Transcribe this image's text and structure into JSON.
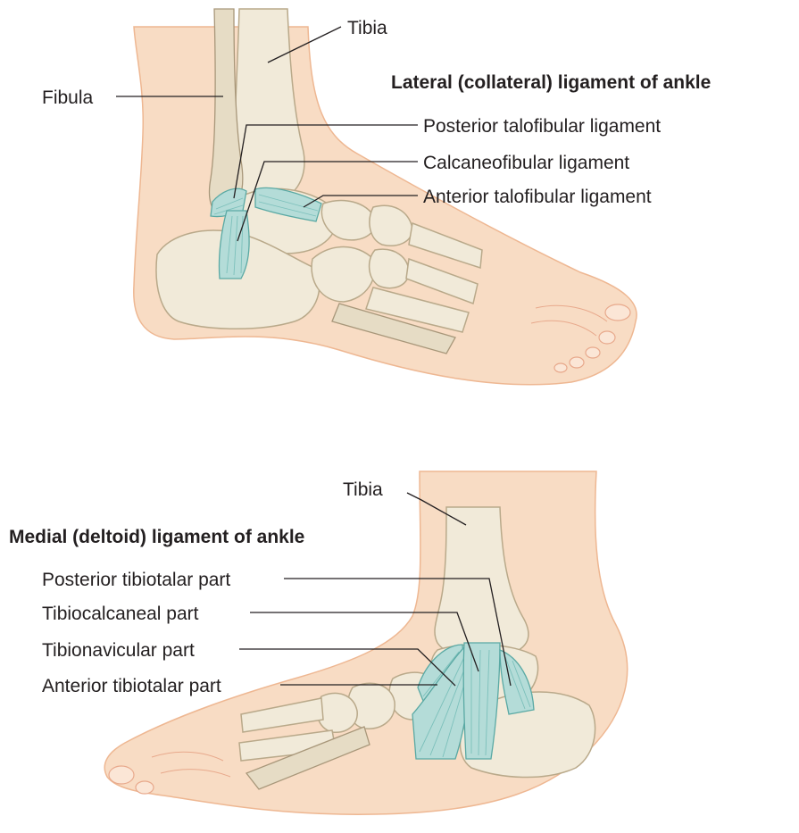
{
  "lateral_view": {
    "title": "Lateral (collateral) ligament of ankle",
    "labels": {
      "tibia": "Tibia",
      "fibula": "Fibula",
      "posterior_talofibular": "Posterior talofibular ligament",
      "calcaneofibular": "Calcaneofibular ligament",
      "anterior_talofibular": "Anterior talofibular ligament"
    }
  },
  "medial_view": {
    "title": "Medial (deltoid) ligament of ankle",
    "labels": {
      "tibia": "Tibia",
      "posterior_tibiotalar": "Posterior tibiotalar part",
      "tibiocalcaneal": "Tibiocalcaneal part",
      "tibionavicular": "Tibionavicular part",
      "anterior_tibiotalar": "Anterior tibiotalar part"
    }
  },
  "colors": {
    "skin": "#f8dcc4",
    "bone": "#f1ead9",
    "ligament": "#b4dcd8",
    "text": "#231f20"
  }
}
